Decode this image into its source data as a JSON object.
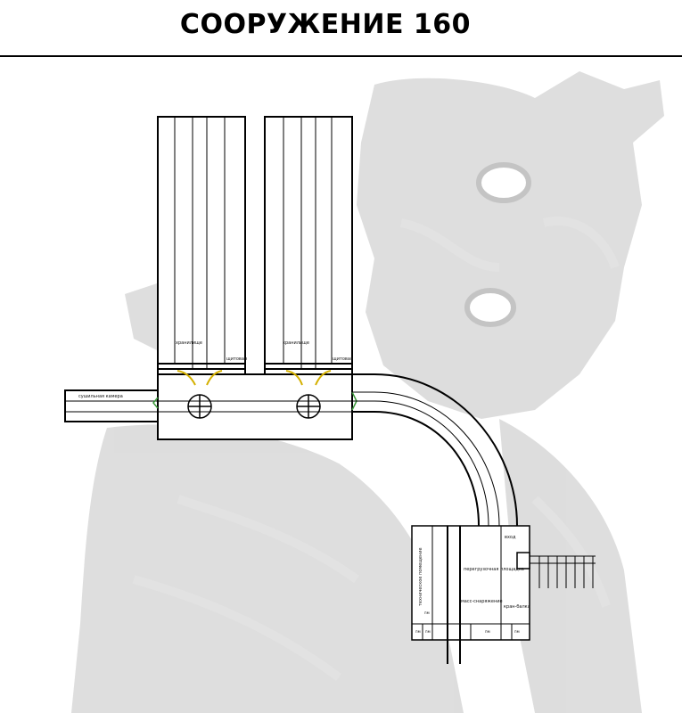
{
  "title": "СООРУЖЕНИЕ 160",
  "labels": {
    "drying_chamber": "сушильная камера",
    "storage_1": "хранилище",
    "switchboard_1": "щитовая",
    "storage_2": "хранилище",
    "switchboard_2": "щитовая",
    "entrance": "вход",
    "reloading_area": "перегрузочная площадка",
    "mass_supply": "масс-снаряжение",
    "technical_room": "техническое помещение",
    "crane_beam": "кран-балка",
    "room_a": "пм",
    "room_b": "пм",
    "room_c": "пм",
    "room_d": "пм",
    "room_e": "пм"
  },
  "colors": {
    "walls": "#000000",
    "doors_yellow": "#d4b000",
    "doors_green": "#3a9a3a",
    "watermark": "#d6d6d6",
    "background": "#ffffff"
  },
  "background_image": "cat-watermark"
}
